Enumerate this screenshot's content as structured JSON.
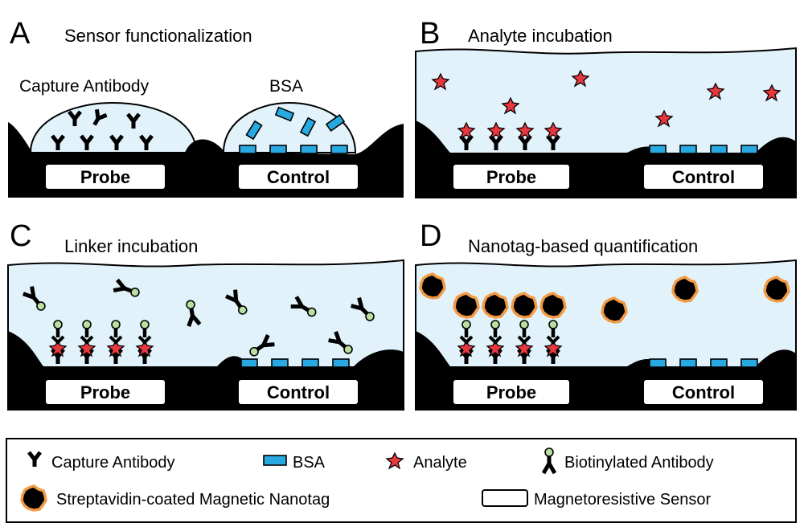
{
  "panels": {
    "a": {
      "letter": "A",
      "title": "Sensor functionalization",
      "label_capture": "Capture Antibody",
      "label_bsa": "BSA",
      "probe": "Probe",
      "control": "Control"
    },
    "b": {
      "letter": "B",
      "title": "Analyte incubation",
      "probe": "Probe",
      "control": "Control"
    },
    "c": {
      "letter": "C",
      "title": "Linker incubation",
      "probe": "Probe",
      "control": "Control"
    },
    "d": {
      "letter": "D",
      "title": "Nanotag-based quantification",
      "probe": "Probe",
      "control": "Control"
    }
  },
  "legend": {
    "capture": "Capture Antibody",
    "bsa": "BSA",
    "analyte": "Analyte",
    "biotin": "Biotinylated Antibody",
    "nanotag": "Streptavidin-coated Magnetic Nanotag",
    "sensor": "Magnetoresistive Sensor"
  },
  "colors": {
    "fluid": "#e2f2fb",
    "bsa": "#29a9e1",
    "analyte": "#e8373f",
    "biotin": "#b9dfa2",
    "nanotag_ring": "#f39a44",
    "ink": "#000000"
  }
}
